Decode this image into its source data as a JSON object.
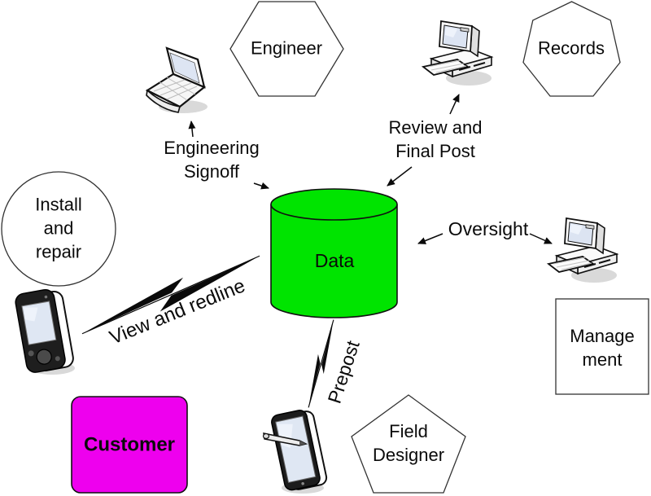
{
  "nodes": {
    "data": {
      "label": "Data",
      "shape": "cylinder"
    },
    "engineer": {
      "label": "Engineer",
      "shape": "hexagon"
    },
    "records": {
      "label": "Records",
      "shape": "heptagon"
    },
    "install_repair": {
      "lines": [
        "Install",
        "and",
        "repair"
      ],
      "shape": "circle"
    },
    "customer": {
      "label": "Customer",
      "shape": "rounded-square"
    },
    "field_designer": {
      "lines": [
        "Field",
        "Designer"
      ],
      "shape": "pentagon"
    },
    "management": {
      "lines": [
        "Manage",
        "ment"
      ],
      "shape": "square"
    }
  },
  "links": {
    "engineering_signoff": {
      "lines": [
        "Engineering",
        "Signoff"
      ]
    },
    "review_final_post": {
      "lines": [
        "Review and",
        "Final Post"
      ]
    },
    "oversight": {
      "label": "Oversight"
    },
    "view_and_redline": {
      "label": "View and redline"
    },
    "prepost": {
      "label": "Prepost"
    }
  },
  "colors": {
    "data_cylinder": "#00e400",
    "customer_box": "#ee00ee"
  }
}
